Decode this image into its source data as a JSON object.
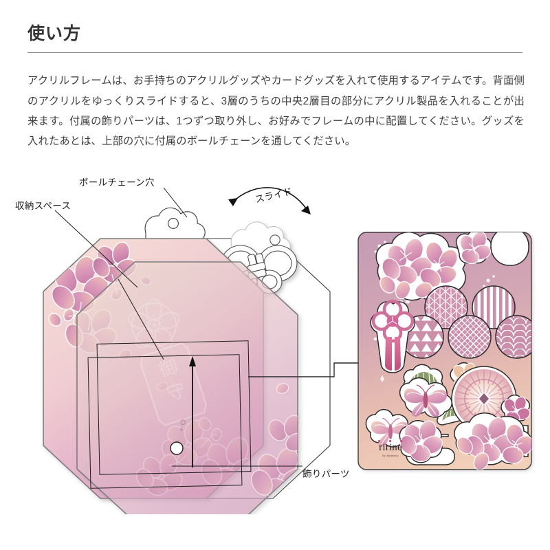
{
  "header": {
    "title": "使い方"
  },
  "intro": {
    "paragraph": "アクリルフレームは、お手持ちのアクリルグッズやカードグッズを入れて使用するアイテムです。背面側のアクリルをゆっくりスライドすると、3層のうちの中央2層目の部分にアクリル製品を入れることが出来ます。付属の飾りパーツは、1つずつ取り外し、お好みでフレームの中に配置してください。グッズを入れたあとは、上部の穴に付属のボールチェーンを通してください。"
  },
  "diagram": {
    "labels": {
      "ball_chain_hole": "ボールチェーン穴",
      "storage_space": "収納スペース",
      "slide": "スライド",
      "decorative_parts": "飾りパーツ"
    },
    "omamori": {
      "charm_text": "御守"
    },
    "sticker_sheet": {
      "brand": "ririne",
      "tagline": "by fanfancy"
    }
  },
  "colors": {
    "heading_text": "#333333",
    "body_text": "#3f3f3f",
    "rule": "#8d8d8d",
    "line": "#1d1d1d",
    "omamori_pink_top": "#f3d7d3",
    "omamori_pink_bottom": "#dda5c2",
    "sheet_top": "#c9a0b6",
    "sheet_bottom": "#f0cbb6",
    "outline_gray": "#6f6f6f",
    "sakura_pink": "#d488ad",
    "sakura_peach": "#edb79c",
    "leaf_green": "#8a9c6a",
    "accent_magenta": "#c4486e"
  }
}
